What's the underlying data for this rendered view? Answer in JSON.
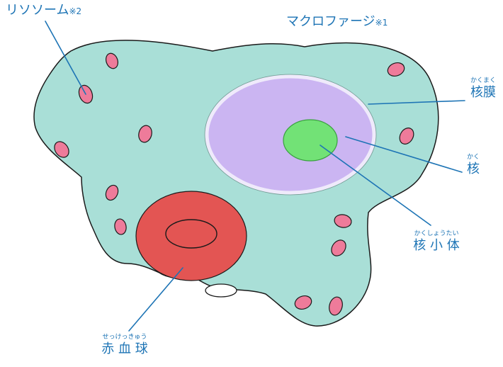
{
  "labels": {
    "lysosome": {
      "text": "リソソーム",
      "note": "※2"
    },
    "macrophage": {
      "text": "マクロファージ",
      "note": "※1"
    },
    "nuclear_membrane": {
      "text": "核膜",
      "ruby": "かくまく"
    },
    "nucleus": {
      "text": "核",
      "ruby": "かく"
    },
    "nucleolus": {
      "text": "核 小 体",
      "ruby": "かくしょうたい"
    },
    "red_blood_cell": {
      "text": "赤 血 球",
      "ruby": "せっけっきゅう"
    }
  },
  "colors": {
    "label": "#1d74b5",
    "cytoplasm": "#a9dfd7",
    "nuclear_membrane_fill": "#cbb5f2",
    "nucleolus_fill": "#72e276",
    "red_blood_cell_fill": "#e35553",
    "lysosome_fill": "#ee7b9a"
  }
}
